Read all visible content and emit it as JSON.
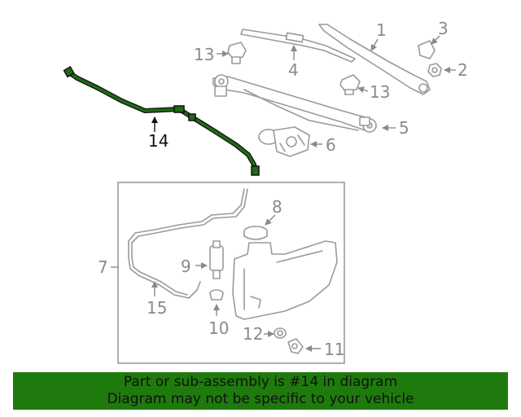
{
  "callouts": {
    "c1": "1",
    "c2": "2",
    "c3": "3",
    "c4": "4",
    "c5": "5",
    "c6": "6",
    "c7": "7",
    "c8": "8",
    "c9": "9",
    "c10": "10",
    "c11": "11",
    "c12": "12",
    "c13a": "13",
    "c13b": "13",
    "c14": "14",
    "c15": "15"
  },
  "highlight_part": "14",
  "colors": {
    "highlight_hose": "#1e6b14",
    "banner": "#1e7a0c",
    "part_lines": "#9a9a9a"
  },
  "banner": {
    "line1": "Part or sub-assembly is #14 in diagram",
    "line2": "Diagram may not be specific to your vehicle"
  }
}
